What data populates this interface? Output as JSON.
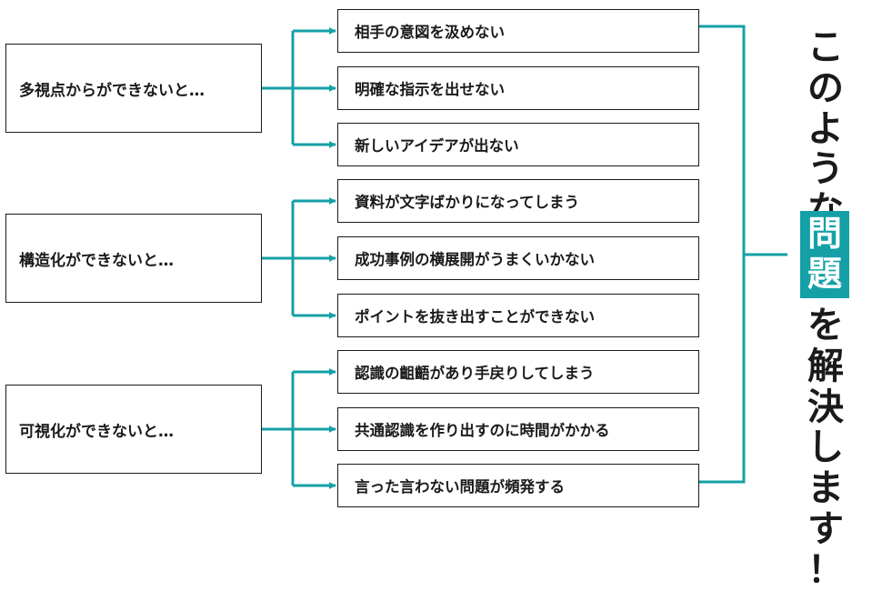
{
  "causes": [
    "多視点からができないと…",
    "構造化ができないと…",
    "可視化ができないと…"
  ],
  "problems": [
    "相手の意図を汲めない",
    "明確な指示を出せない",
    "新しいアイデアが出ない",
    "資料が文字ばかりになってしまう",
    "成功事例の横展開がうまくいかない",
    "ポイントを抜き出すことができない",
    "認識の齟齬があり手戻りしてしまう",
    "共通認識を作り出すのに時間がかかる",
    "言った言わない問題が頻発する"
  ],
  "conclusion": {
    "prefix": "このような",
    "highlight": "問題",
    "suffix": "を解決します！"
  },
  "colors": {
    "accent": "#14a0a6",
    "text": "#1a1a1a",
    "border": "#1a1a1a"
  }
}
